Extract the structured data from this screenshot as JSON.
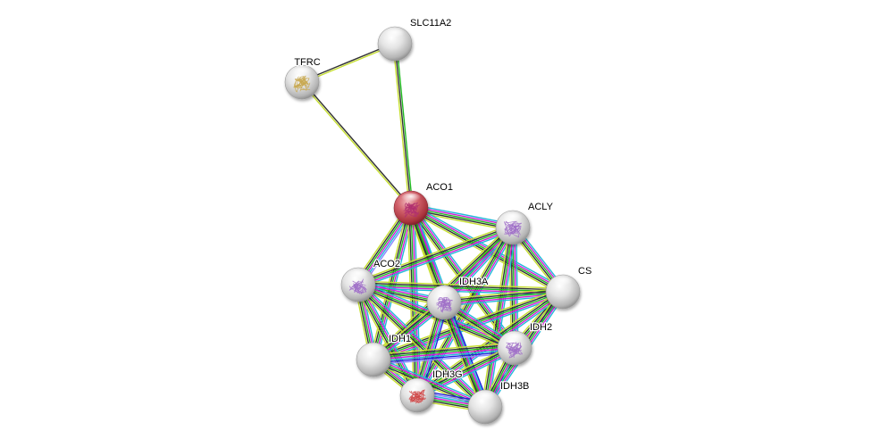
{
  "network": {
    "query_protein": "ACO1",
    "nodes": [
      {
        "id": "SLC11A2",
        "label": "SLC11A2",
        "color": "#e8e8e8",
        "structure": false,
        "structure_color": null
      },
      {
        "id": "TFRC",
        "label": "TFRC",
        "color": "#e8e8e8",
        "structure": true,
        "structure_color": "#c8a850"
      },
      {
        "id": "ACO1",
        "label": "ACO1",
        "color": "#c8505a",
        "structure": true,
        "structure_color": "#b03070"
      },
      {
        "id": "ACLY",
        "label": "ACLY",
        "color": "#e8e8e8",
        "structure": true,
        "structure_color": "#a070c8"
      },
      {
        "id": "CS",
        "label": "CS",
        "color": "#e8e8e8",
        "structure": false,
        "structure_color": null
      },
      {
        "id": "ACO2",
        "label": "ACO2",
        "color": "#e8e8e8",
        "structure": true,
        "structure_color": "#a070c8"
      },
      {
        "id": "IDH3A",
        "label": "IDH3A",
        "color": "#e8e8e8",
        "structure": true,
        "structure_color": "#a070c8"
      },
      {
        "id": "IDH2",
        "label": "IDH2",
        "color": "#e8e8e8",
        "structure": true,
        "structure_color": "#a070c8"
      },
      {
        "id": "IDH1",
        "label": "IDH1",
        "color": "#e8e8e8",
        "structure": false,
        "structure_color": null
      },
      {
        "id": "IDH3G",
        "label": "IDH3G",
        "color": "#e8e8e8",
        "structure": true,
        "structure_color": "#d04848"
      },
      {
        "id": "IDH3B",
        "label": "IDH3B",
        "color": "#e8e8e8",
        "structure": false,
        "structure_color": null
      }
    ],
    "evidence_colors": {
      "textmining": "#c6df30",
      "coexpression": "#333333",
      "experiments": "#d21bd6",
      "databases": "#22b8d8",
      "neighborhood": "#22bb22",
      "homology": "#8888ff",
      "cooccurrence": "#2222dd"
    },
    "edges": [
      {
        "a": "TFRC",
        "b": "SLC11A2",
        "evidence": [
          "coexpression",
          "textmining"
        ]
      },
      {
        "a": "SLC11A2",
        "b": "ACO1",
        "evidence": [
          "neighborhood",
          "coexpression",
          "textmining"
        ]
      },
      {
        "a": "TFRC",
        "b": "ACO1",
        "evidence": [
          "coexpression",
          "textmining"
        ]
      },
      {
        "a": "ACO1",
        "b": "ACLY",
        "evidence": [
          "databases",
          "experiments",
          "neighborhood",
          "coexpression",
          "textmining"
        ]
      },
      {
        "a": "ACO1",
        "b": "CS",
        "evidence": [
          "databases",
          "experiments",
          "neighborhood",
          "coexpression",
          "textmining"
        ]
      },
      {
        "a": "ACO1",
        "b": "ACO2",
        "evidence": [
          "homology",
          "databases",
          "experiments",
          "neighborhood",
          "coexpression",
          "textmining"
        ]
      },
      {
        "a": "ACO1",
        "b": "IDH3A",
        "evidence": [
          "databases",
          "experiments",
          "neighborhood",
          "coexpression",
          "textmining"
        ]
      },
      {
        "a": "ACO1",
        "b": "IDH2",
        "evidence": [
          "databases",
          "experiments",
          "neighborhood",
          "coexpression",
          "textmining"
        ]
      },
      {
        "a": "ACO1",
        "b": "IDH1",
        "evidence": [
          "databases",
          "experiments",
          "neighborhood",
          "coexpression",
          "textmining"
        ]
      },
      {
        "a": "ACO1",
        "b": "IDH3G",
        "evidence": [
          "databases",
          "experiments",
          "neighborhood",
          "coexpression",
          "textmining"
        ]
      },
      {
        "a": "ACO1",
        "b": "IDH3B",
        "evidence": [
          "databases",
          "experiments",
          "neighborhood",
          "coexpression",
          "textmining"
        ]
      },
      {
        "a": "ACLY",
        "b": "CS",
        "evidence": [
          "databases",
          "experiments",
          "neighborhood",
          "coexpression",
          "textmining"
        ]
      },
      {
        "a": "ACLY",
        "b": "ACO2",
        "evidence": [
          "databases",
          "experiments",
          "neighborhood",
          "coexpression",
          "textmining"
        ]
      },
      {
        "a": "ACLY",
        "b": "IDH3A",
        "evidence": [
          "databases",
          "experiments",
          "neighborhood",
          "coexpression",
          "textmining"
        ]
      },
      {
        "a": "ACLY",
        "b": "IDH2",
        "evidence": [
          "databases",
          "experiments",
          "neighborhood",
          "coexpression",
          "textmining"
        ]
      },
      {
        "a": "ACLY",
        "b": "IDH1",
        "evidence": [
          "databases",
          "experiments",
          "neighborhood",
          "coexpression",
          "textmining"
        ]
      },
      {
        "a": "ACLY",
        "b": "IDH3G",
        "evidence": [
          "databases",
          "experiments",
          "neighborhood",
          "coexpression",
          "textmining"
        ]
      },
      {
        "a": "ACLY",
        "b": "IDH3B",
        "evidence": [
          "databases",
          "experiments",
          "neighborhood",
          "coexpression",
          "textmining"
        ]
      },
      {
        "a": "CS",
        "b": "ACO2",
        "evidence": [
          "databases",
          "experiments",
          "neighborhood",
          "coexpression",
          "textmining"
        ]
      },
      {
        "a": "CS",
        "b": "IDH3A",
        "evidence": [
          "databases",
          "experiments",
          "neighborhood",
          "coexpression",
          "textmining"
        ]
      },
      {
        "a": "CS",
        "b": "IDH2",
        "evidence": [
          "databases",
          "experiments",
          "neighborhood",
          "coexpression",
          "textmining"
        ]
      },
      {
        "a": "CS",
        "b": "IDH1",
        "evidence": [
          "databases",
          "experiments",
          "neighborhood",
          "coexpression",
          "textmining"
        ]
      },
      {
        "a": "CS",
        "b": "IDH3G",
        "evidence": [
          "databases",
          "experiments",
          "neighborhood",
          "coexpression",
          "textmining"
        ]
      },
      {
        "a": "CS",
        "b": "IDH3B",
        "evidence": [
          "databases",
          "experiments",
          "neighborhood",
          "coexpression",
          "textmining"
        ]
      },
      {
        "a": "ACO2",
        "b": "IDH3A",
        "evidence": [
          "databases",
          "experiments",
          "neighborhood",
          "coexpression",
          "textmining"
        ]
      },
      {
        "a": "ACO2",
        "b": "IDH2",
        "evidence": [
          "databases",
          "experiments",
          "neighborhood",
          "coexpression",
          "textmining"
        ]
      },
      {
        "a": "ACO2",
        "b": "IDH1",
        "evidence": [
          "databases",
          "experiments",
          "neighborhood",
          "coexpression",
          "textmining"
        ]
      },
      {
        "a": "ACO2",
        "b": "IDH3G",
        "evidence": [
          "databases",
          "experiments",
          "neighborhood",
          "coexpression",
          "textmining"
        ]
      },
      {
        "a": "ACO2",
        "b": "IDH3B",
        "evidence": [
          "databases",
          "experiments",
          "neighborhood",
          "coexpression",
          "textmining"
        ]
      },
      {
        "a": "IDH3A",
        "b": "IDH2",
        "evidence": [
          "databases",
          "experiments",
          "neighborhood",
          "coexpression",
          "textmining"
        ]
      },
      {
        "a": "IDH3A",
        "b": "IDH1",
        "evidence": [
          "databases",
          "experiments",
          "neighborhood",
          "coexpression",
          "textmining"
        ]
      },
      {
        "a": "IDH3A",
        "b": "IDH3G",
        "evidence": [
          "cooccurrence",
          "databases",
          "experiments",
          "neighborhood",
          "coexpression",
          "textmining"
        ]
      },
      {
        "a": "IDH3A",
        "b": "IDH3B",
        "evidence": [
          "cooccurrence",
          "databases",
          "experiments",
          "neighborhood",
          "coexpression",
          "textmining"
        ]
      },
      {
        "a": "IDH2",
        "b": "IDH1",
        "evidence": [
          "homology",
          "cooccurrence",
          "databases",
          "experiments",
          "neighborhood",
          "coexpression",
          "textmining"
        ]
      },
      {
        "a": "IDH2",
        "b": "IDH3G",
        "evidence": [
          "databases",
          "experiments",
          "neighborhood",
          "coexpression",
          "textmining"
        ]
      },
      {
        "a": "IDH2",
        "b": "IDH3B",
        "evidence": [
          "databases",
          "experiments",
          "neighborhood",
          "coexpression",
          "textmining"
        ]
      },
      {
        "a": "IDH1",
        "b": "IDH3G",
        "evidence": [
          "databases",
          "experiments",
          "neighborhood",
          "coexpression",
          "textmining"
        ]
      },
      {
        "a": "IDH1",
        "b": "IDH3B",
        "evidence": [
          "databases",
          "experiments",
          "neighborhood",
          "coexpression",
          "textmining"
        ]
      },
      {
        "a": "IDH3G",
        "b": "IDH3B",
        "evidence": [
          "cooccurrence",
          "homology",
          "databases",
          "experiments",
          "neighborhood",
          "coexpression",
          "textmining"
        ]
      }
    ]
  }
}
